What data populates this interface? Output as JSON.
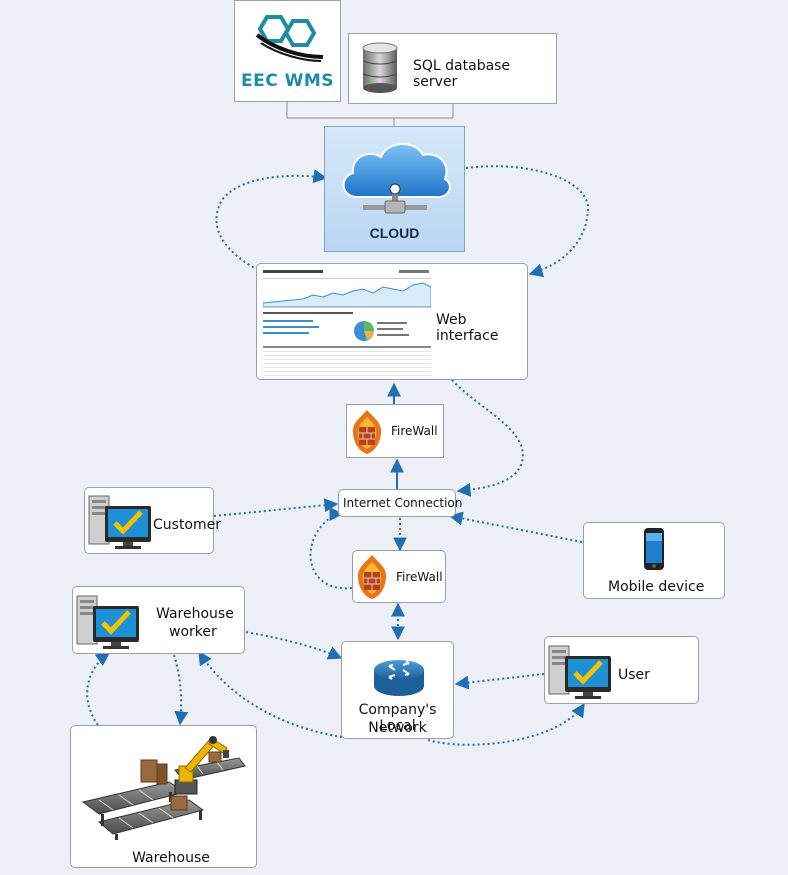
{
  "nodes": {
    "eec_wms": {
      "logo_text": "EEC WMS"
    },
    "sql": {
      "label": "SQL database server"
    },
    "cloud": {
      "label": "CLOUD"
    },
    "web": {
      "label": "Web interface"
    },
    "firewall_top": {
      "label": "FireWall"
    },
    "internet": {
      "label": "Internet Connection"
    },
    "firewall_bottom": {
      "label": "FireWall"
    },
    "customer": {
      "label": "Customer"
    },
    "mobile": {
      "label": "Mobile device"
    },
    "warehouse_worker": {
      "label_line1": "Warehouse",
      "label_line2": "worker"
    },
    "local_network": {
      "label_line1": "Company's Local",
      "label_line2": "Network"
    },
    "user": {
      "label": "User"
    },
    "warehouse": {
      "label": "Warehouse"
    }
  },
  "colors": {
    "link_blue": "#1f6fb6",
    "cloud_bg": "#c9e0f6",
    "logo_teal": "#1d8ca6",
    "firewall_orange": "#e8751a"
  },
  "icons": [
    "hexagon-logo-icon",
    "database-icon",
    "cloud-icon",
    "firewall-icon",
    "computer-icon",
    "mobile-phone-icon",
    "router-icon",
    "robot-arm-icon"
  ]
}
